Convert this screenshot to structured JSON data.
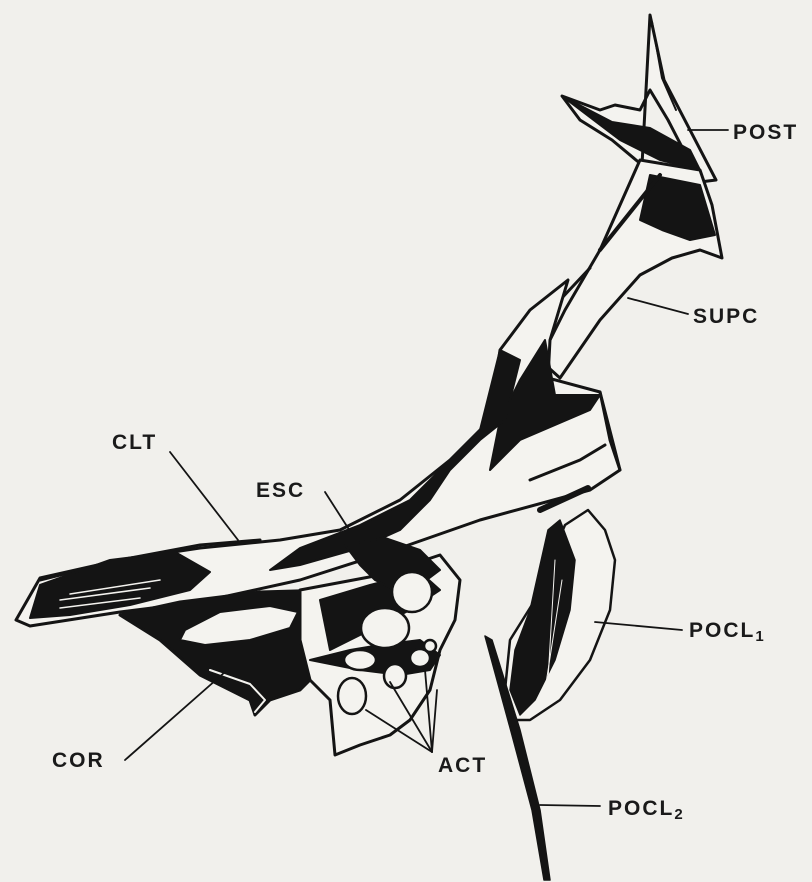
{
  "labels": {
    "post": "POST",
    "supc": "SUPC",
    "clt": "CLT",
    "esc": "ESC",
    "pocl1": {
      "text": "POCL",
      "sub": "1"
    },
    "pocl2": {
      "text": "POCL",
      "sub": "2"
    },
    "cor": "COR",
    "act": "ACT"
  },
  "colors": {
    "paper": "#f1f0ec",
    "ink": "#141414",
    "bone": "#f4f3ef"
  }
}
